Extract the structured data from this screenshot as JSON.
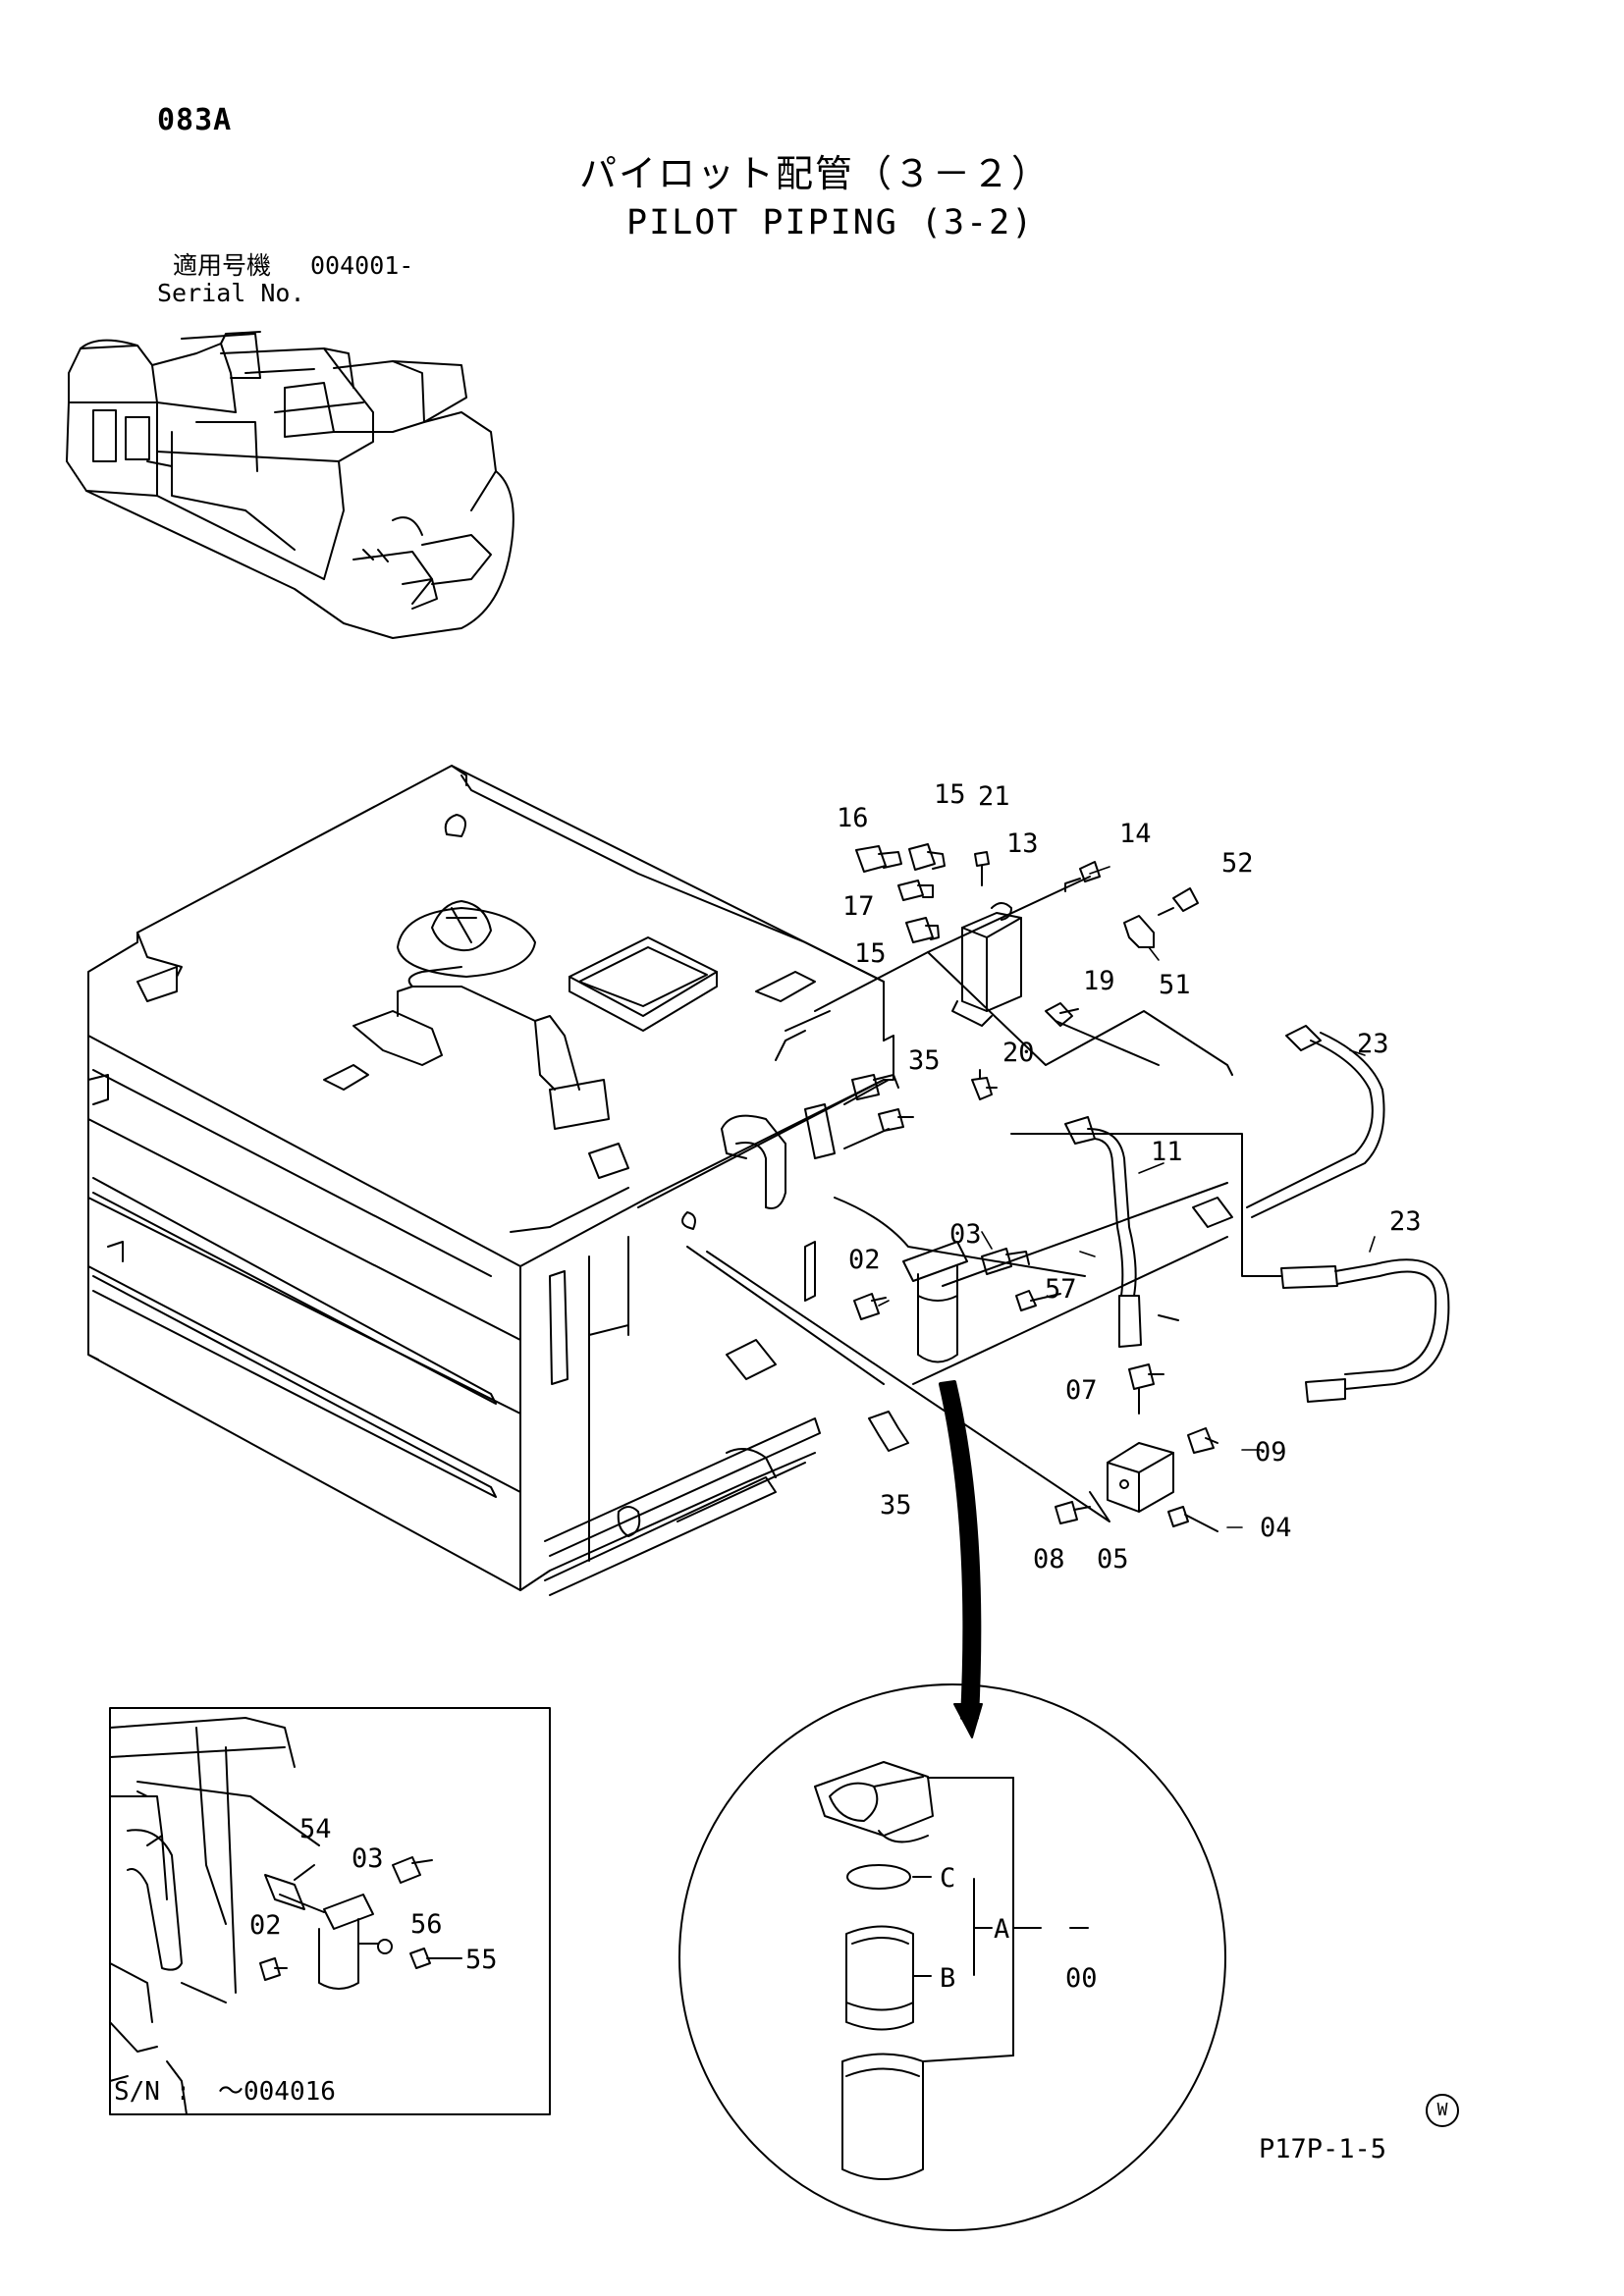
{
  "header": {
    "page_code": "083A",
    "title_jp": "パイロット配管（３－２）",
    "title_en": "PILOT PIPING (3-2)",
    "serial_label_jp": "適用号機",
    "serial_value": "004001-",
    "serial_label_en": "Serial No."
  },
  "callouts": {
    "c16": "16",
    "c15a": "15",
    "c21": "21",
    "c13": "13",
    "c14": "14",
    "c52": "52",
    "c17": "17",
    "c15b": "15",
    "c51": "51",
    "c19": "19",
    "c20": "20",
    "c23a": "23",
    "c35a": "35",
    "c11": "11",
    "c03": "03",
    "c23b": "23",
    "c02": "02",
    "c57": "57",
    "c07": "07",
    "c09": "09",
    "c35b": "35",
    "c04": "04",
    "c08": "08",
    "c05": "05"
  },
  "inset": {
    "callouts": {
      "c54": "54",
      "c03": "03",
      "c56": "56",
      "c02": "02",
      "c55": "55"
    },
    "sn_label": "S/N :",
    "sn_value": "～004016"
  },
  "detail": {
    "c_label": "C",
    "a_label": "A",
    "b_label": "B",
    "kit_label": "00"
  },
  "footer": {
    "code": "P17P-1-5",
    "mark": "W"
  }
}
